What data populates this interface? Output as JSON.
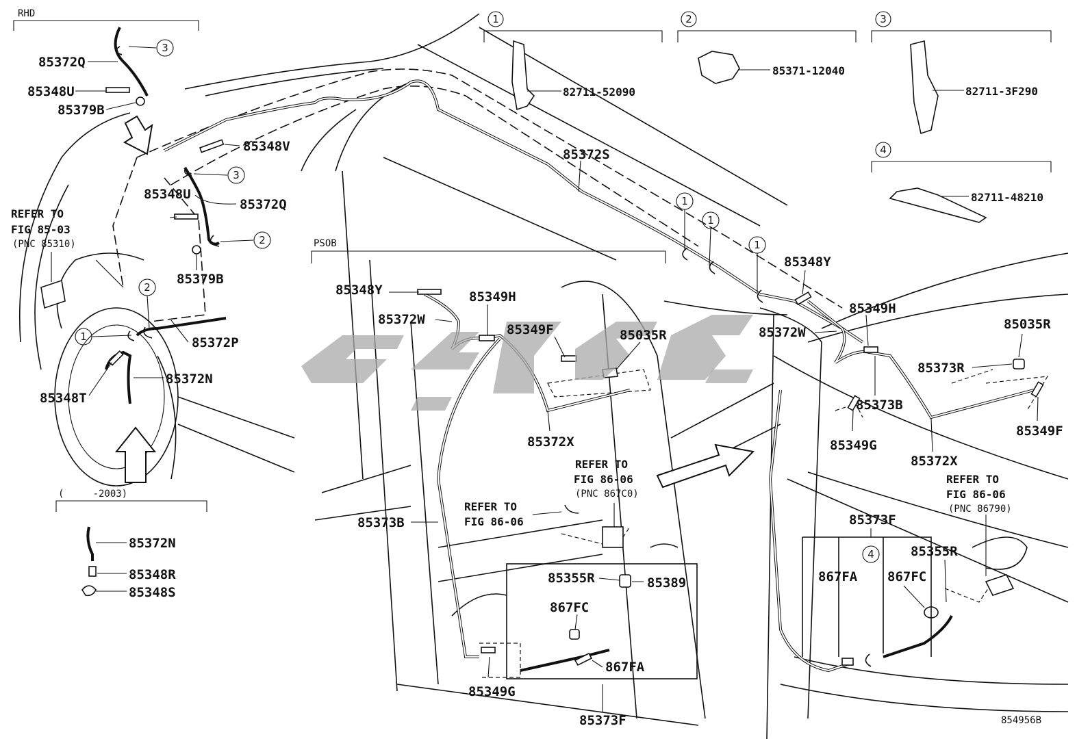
{
  "sections": {
    "rhd": "RHD",
    "psob": "PSOB",
    "model_years": "(     -2003)",
    "variant_1": "1",
    "variant_2": "2",
    "variant_3": "3",
    "variant_4": "4"
  },
  "variants": [
    {
      "num": "1",
      "part": "82711-52090"
    },
    {
      "num": "2",
      "part": "85371-12040"
    },
    {
      "num": "3",
      "part": "82711-3F290"
    },
    {
      "num": "4",
      "part": "82711-48210"
    }
  ],
  "labels": {
    "p85372Q_a": "85372Q",
    "p85348U_a": "85348U",
    "p85379B_a": "85379B",
    "p85348V": "85348V",
    "p85348U_b": "85348U",
    "p85372Q_b": "85372Q",
    "p85379B_b": "85379B",
    "p85372P": "85372P",
    "p85372N_a": "85372N",
    "p85348T": "85348T",
    "p85372N_b": "85372N",
    "p85348R": "85348R",
    "p85348S": "85348S",
    "p85372S": "85372S",
    "p85348Y_a": "85348Y",
    "p85372W_a": "85372W",
    "p85349H_a": "85349H",
    "p85349F_a": "85349F",
    "p85035R_a": "85035R",
    "p85372X_a": "85372X",
    "p85373B_a": "85373B",
    "p85349G_a": "85349G",
    "p85373F_a": "85373F",
    "p85355R_a": "85355R",
    "p85389": "85389",
    "p867FC_a": "867FC",
    "p867FA_a": "867FA",
    "p85348Y_b": "85348Y",
    "p85349H_b": "85349H",
    "p85372W_b": "85372W",
    "p85035R_b": "85035R",
    "p85373R": "85373R",
    "p85373B_b": "85373B",
    "p85349G_b": "85349G",
    "p85349F_b": "85349F",
    "p85372X_b": "85372X",
    "p85373F_b": "85373F",
    "p85355R_b": "85355R",
    "p867FA_b": "867FA",
    "p867FC_b": "867FC"
  },
  "refs": {
    "ref_85_03_l1": "REFER TO",
    "ref_85_03_l2": "FIG 85-03",
    "ref_85_03_l3": "(PNC 85310)",
    "ref_86_06_c_l1": "REFER TO",
    "ref_86_06_c_l2": "FIG 86-06",
    "ref_86_06_c_l3": "(PNC 867C0)",
    "ref_86_06_m_l1": "REFER TO",
    "ref_86_06_m_l2": "FIG 86-06",
    "ref_86_06_r_l1": "REFER TO",
    "ref_86_06_r_l2": "FIG 86-06",
    "ref_86_06_r_l3": "(PNC 86790)"
  },
  "figure_id": "854956B",
  "colors": {
    "line": "#111111",
    "watermark": "#a9a9a9",
    "background": "#ffffff"
  }
}
